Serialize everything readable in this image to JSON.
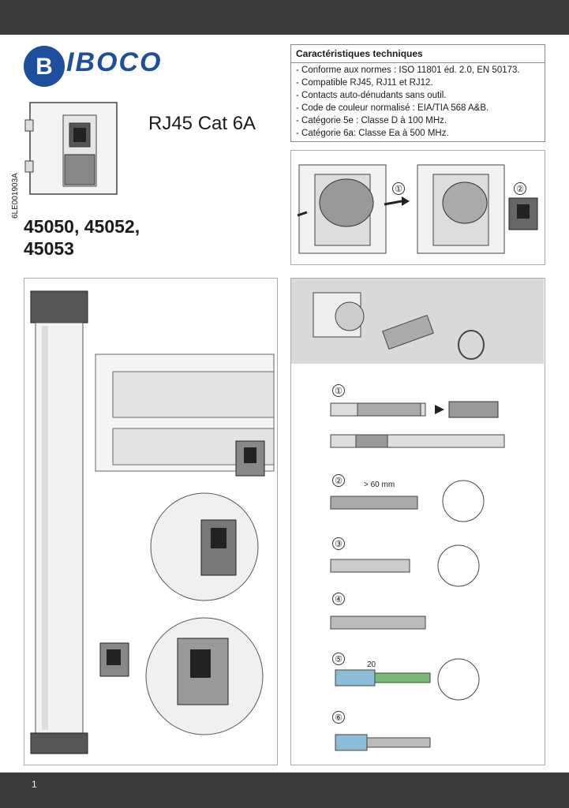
{
  "brand": {
    "name": "IBOCO",
    "logo_letter": "B",
    "color": "#1d4f9c"
  },
  "product": {
    "title": "RJ45 Cat 6A",
    "refs_line1": "45050, 45052,",
    "refs_line2": "45053",
    "doc_code": "6LE001903A"
  },
  "specs": {
    "title": "Caractéristiques techniques",
    "lines": [
      "- Conforme aux normes : ISO 11801 éd. 2.0, EN 50173.",
      "- Compatible RJ45, RJ11 et RJ12.",
      "- Contacts auto-dénudants sans outil.",
      "- Code de couleur normalisé : EIA/TIA 568 A&B.",
      "- Catégorie 5e : Classe D à 100 MHz.",
      "- Catégorie 6a: Classe Ea à 500 MHz."
    ]
  },
  "removal_steps": [
    "①",
    "②"
  ],
  "cable_steps": [
    "①",
    "②",
    "③",
    "④",
    "⑤",
    "⑥"
  ],
  "dimensions": {
    "strip_length": "> 60 mm",
    "wire_length": "20"
  },
  "footer": {
    "page_number": "1"
  }
}
